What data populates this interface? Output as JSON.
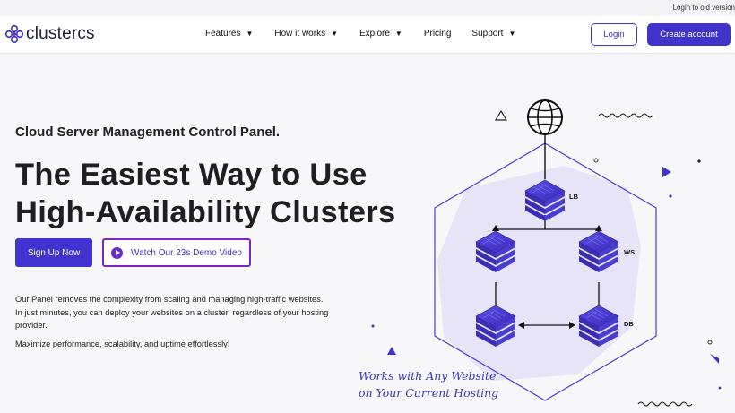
{
  "topbar": {
    "old_version_link": "Login to old version"
  },
  "brand": {
    "name": "clustercs",
    "accent": "#3f33c9",
    "secondary": "#7a26c4"
  },
  "nav": {
    "items": [
      {
        "label": "Features",
        "has_dropdown": true
      },
      {
        "label": "How it works",
        "has_dropdown": true
      },
      {
        "label": "Explore",
        "has_dropdown": true
      },
      {
        "label": "Pricing",
        "has_dropdown": false
      },
      {
        "label": "Support",
        "has_dropdown": true
      }
    ],
    "login_label": "Login",
    "create_account_label": "Create account"
  },
  "hero": {
    "subtitle": "Cloud Server Management Control Panel.",
    "headline_line1": "The Easiest Way to Use",
    "headline_line2": "High-Availability Clusters",
    "signup_label": "Sign Up Now",
    "demo_label": "Watch Our 23s Demo Video",
    "description": "Our Panel removes the complexity from scaling and managing high-traffic websites. In just minutes, you can deploy your websites on a cluster, regardless of your hosting provider.",
    "description2": "Maximize performance, scalability, and uptime effortlessly!"
  },
  "diagram": {
    "labels": {
      "lb": "LB",
      "ws": "WS",
      "db": "DB"
    },
    "tagline_line1": "Works with Any Website",
    "tagline_line2": "on Your Current Hosting"
  }
}
